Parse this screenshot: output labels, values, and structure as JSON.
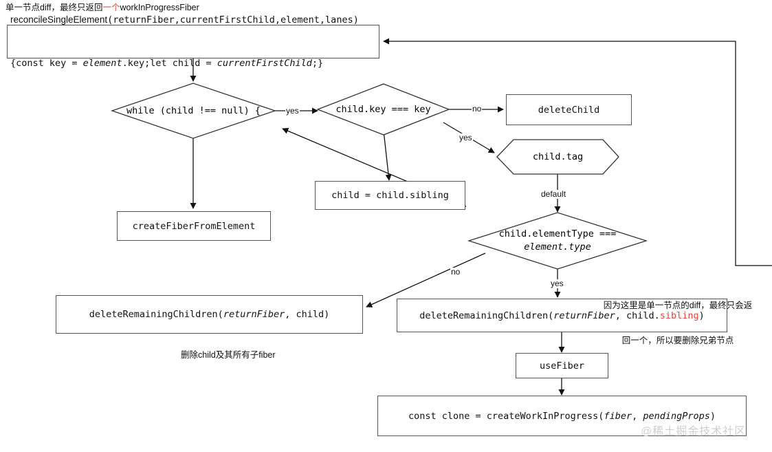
{
  "title": {
    "prefix": "单一节点diff，最终只返回",
    "highlight": "一个",
    "suffix": "workInProgressFiber",
    "highlight_color": "#e8413c"
  },
  "nodes": {
    "entry": {
      "line1_fn": "reconcileSingleElement",
      "line1_args": "(returnFiber,currentFirstChild,element,lanes)",
      "line2_a": "{const key = ",
      "line2_b": "element",
      "line2_c": ".key;let child = ",
      "line2_d": "currentFirstChild",
      "line2_e": ";}"
    },
    "while_loop": {
      "label": "while (child !== null) {"
    },
    "key_check": {
      "label": "child.key === key"
    },
    "delete_child": {
      "label": "deleteChild"
    },
    "child_tag": {
      "label": "child.tag"
    },
    "child_sibling": {
      "label": "child = child.sibling"
    },
    "create_fiber": {
      "label": "createFiberFromElement"
    },
    "element_type_check": {
      "line1": "child.elementType ===",
      "line2": "element.type"
    },
    "delete_remaining_left": {
      "a": "deleteRemainingChildren(",
      "b": "returnFiber",
      "c": ", child)"
    },
    "delete_remaining_right": {
      "a": "deleteRemainingChildren(",
      "b": "returnFiber",
      "c": ", child.",
      "d": "sibling",
      "e": ")"
    },
    "use_fiber": {
      "label": "useFiber"
    },
    "clone": {
      "a": "const clone = createWorkInProgress(",
      "b": "fiber",
      "c": ", ",
      "d": "pendingProps",
      "e": ")"
    }
  },
  "edge_labels": {
    "while_yes": "yes",
    "key_no": "no",
    "key_yes": "yes",
    "tag_default": "default",
    "type_no": "no",
    "type_yes": "yes"
  },
  "annotations": {
    "right_note_line1": "因为这里是单一节点的diff，最终只会返",
    "right_note_line2": "回一个，所以要删除兄弟节点",
    "left_caption": "删除child及其所有子fiber"
  },
  "watermark": "@稀土掘金技术社区"
}
